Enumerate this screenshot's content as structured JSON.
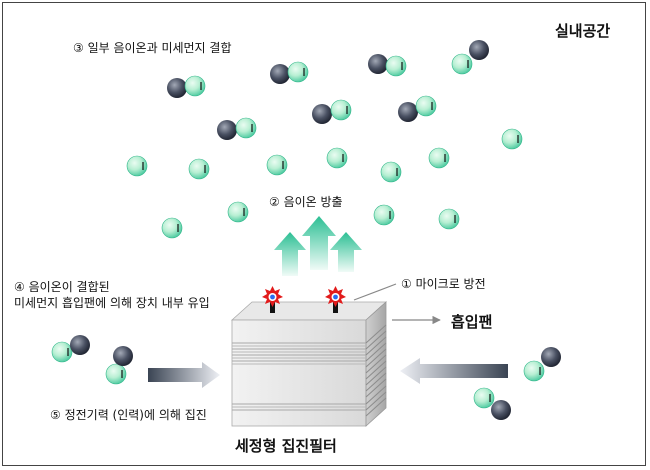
{
  "labels": {
    "indoor": "실내공간",
    "step3": "③ 일부 음이온과 미세먼지 결합",
    "step2": "② 음이온 방출",
    "step1": "① 마이크로 방전",
    "fan": "흡입팬",
    "step4_line1": "④ 음이온이 결합된",
    "step4_line2": "미세먼지 흡입팬에 의해 장치 내부 유입",
    "step5": "⑤ 정전기력 (인력)에 의해 집진",
    "filter": "세정형 집진필터"
  },
  "colors": {
    "ion_light": "#e4fbef",
    "ion_dark": "#3fc99a",
    "dust_light": "#9aa0ad",
    "dust_dark": "#1b2030",
    "arrow_green_light": "#eafaf4",
    "arrow_green_dark": "#2fbf95",
    "arrow_gray_light": "#e9ecf2",
    "arrow_gray_dark": "#3c4655",
    "spark_red": "#e21b1b"
  }
}
